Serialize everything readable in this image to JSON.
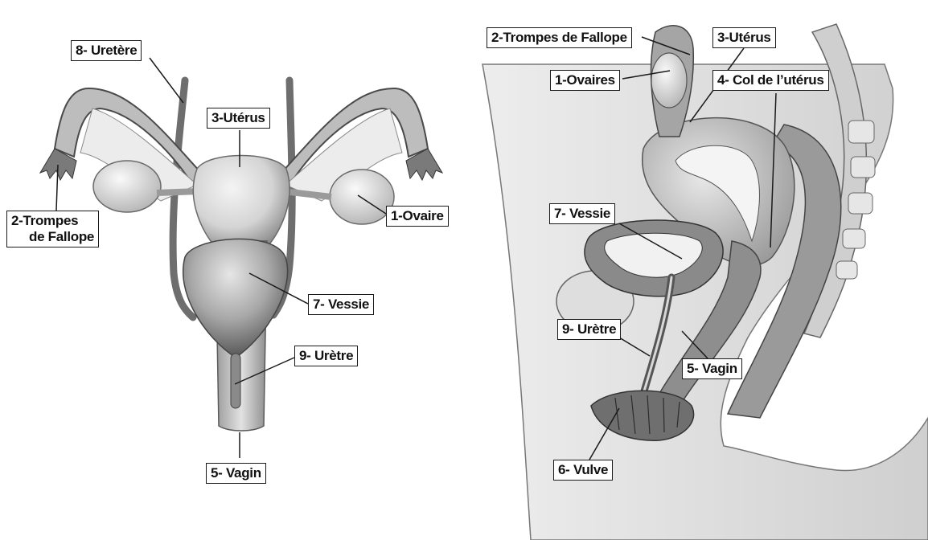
{
  "front_view": {
    "labels": {
      "uretere": "8- Uretère",
      "uterus": "3-Utérus",
      "trompes_line1": "2-Trompes",
      "trompes_line2": "de Fallope",
      "ovaire": "1-Ovaire",
      "vessie": "7- Vessie",
      "uretre": "9- Urètre",
      "vagin": "5- Vagin"
    }
  },
  "side_view": {
    "labels": {
      "trompes": "2-Trompes de Fallope",
      "uterus": "3-Utérus",
      "ovaires": "1-Ovaires",
      "col": "4- Col de l’utérus",
      "vessie": "7- Vessie",
      "uretre": "9- Urètre",
      "vagin": "5- Vagin",
      "vulve": "6- Vulve"
    }
  }
}
